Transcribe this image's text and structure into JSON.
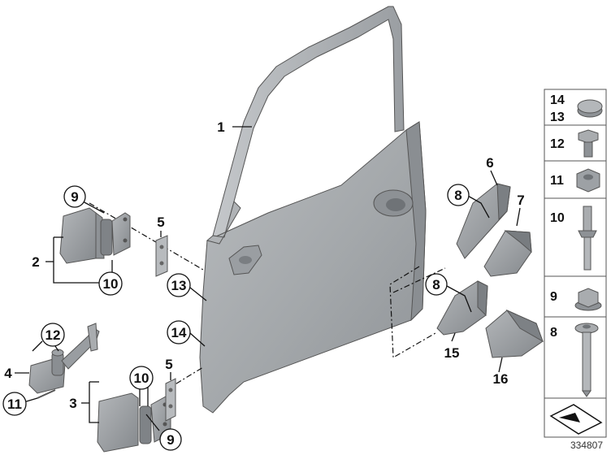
{
  "callouts": [
    {
      "id": "1",
      "label": "1"
    },
    {
      "id": "2",
      "label": "2"
    },
    {
      "id": "3",
      "label": "3"
    },
    {
      "id": "4",
      "label": "4"
    },
    {
      "id": "5a",
      "label": "5"
    },
    {
      "id": "5b",
      "label": "5"
    },
    {
      "id": "6",
      "label": "6"
    },
    {
      "id": "7",
      "label": "7"
    },
    {
      "id": "8a",
      "label": "8"
    },
    {
      "id": "8b",
      "label": "8"
    },
    {
      "id": "9a",
      "label": "9"
    },
    {
      "id": "9b",
      "label": "9"
    },
    {
      "id": "10a",
      "label": "10"
    },
    {
      "id": "10b",
      "label": "10"
    },
    {
      "id": "11",
      "label": "11"
    },
    {
      "id": "12",
      "label": "12"
    },
    {
      "id": "13",
      "label": "13"
    },
    {
      "id": "14",
      "label": "14"
    },
    {
      "id": "15",
      "label": "15"
    },
    {
      "id": "16",
      "label": "16"
    }
  ],
  "legend": {
    "items": [
      {
        "label_top": "14",
        "label_bottom": "13",
        "icon": "plug-cap-icon"
      },
      {
        "label": "12",
        "icon": "hex-bolt-icon"
      },
      {
        "label": "11",
        "icon": "hex-nut-icon"
      },
      {
        "label": "10",
        "icon": "stud-bolt-icon"
      },
      {
        "label": "9",
        "icon": "flange-nut-icon"
      },
      {
        "label": "8",
        "icon": "torx-screw-icon"
      }
    ],
    "nav_icon": "arrow-navigation-icon"
  },
  "diagram_ref": "334807",
  "colors": {
    "door_panel": "#a6aaad",
    "door_shadow": "#8c9094",
    "part_gray": "#9da1a5",
    "part_dark": "#7d8185",
    "line": "#111111"
  }
}
